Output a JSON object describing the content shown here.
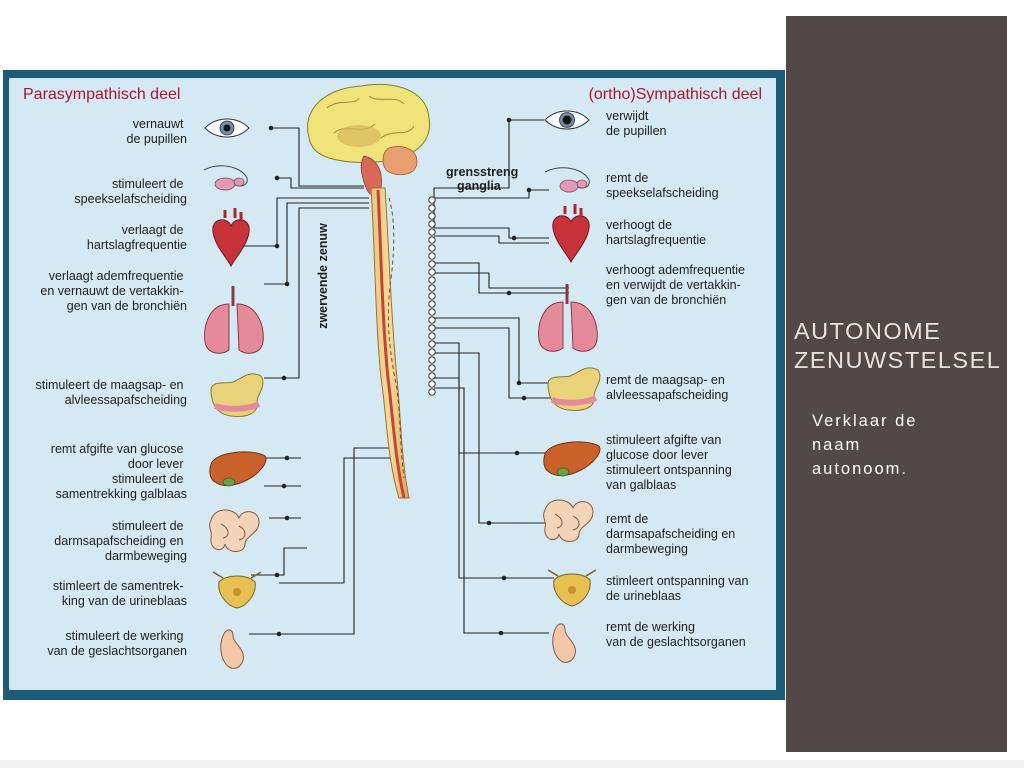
{
  "slide": {
    "title_line1": "AUTONOME",
    "title_line2": "ZENUWSTELSEL",
    "body_text": "Verklaar de naam autonoom."
  },
  "figure": {
    "left_header": "Parasympathisch deel",
    "right_header": "(ortho)Sympathisch deel",
    "ganglia_label_line1": "grensstreng",
    "ganglia_label_line2": "ganglia",
    "vagus_label": "zwervende zenuw",
    "left_labels": [
      [
        "vernauwt",
        "de pupillen"
      ],
      [
        "stimuleert de",
        "speekselafscheiding"
      ],
      [
        "verlaagt de",
        "hartslagfrequentie"
      ],
      [
        "verlaagt ademfrequentie",
        "en vernauwt de vertakkin-",
        "gen van de bronchiën"
      ],
      [
        "stimuleert de maagsap- en",
        "alvleessapafscheiding"
      ],
      [
        "remt afgifte van glucose",
        "door  lever",
        "stimuleert de",
        "samentrekking  galblaas"
      ],
      [
        "stimuleert de",
        "darmsapafscheiding en",
        "darmbeweging"
      ],
      [
        "stimleert de samentrek-",
        "king van de urineblaas"
      ],
      [
        "stimuleert de werking",
        "van de geslachtsorganen"
      ]
    ],
    "right_labels": [
      [
        "verwijdt",
        "de pupillen"
      ],
      [
        "remt de",
        "speekselafscheiding"
      ],
      [
        "verhoogt de",
        "hartslagfrequentie"
      ],
      [
        "verhoogt ademfrequentie",
        "en verwijdt de vertakkin-",
        "gen van de bronchiën"
      ],
      [
        "remt de maagsap- en",
        "alvleessapafscheiding"
      ],
      [
        "stimuleert afgifte van",
        "glucose door  lever",
        "stimuleert ontspanning",
        "van  galblaas"
      ],
      [
        "remt de",
        "darmsapafscheiding en",
        "darmbeweging"
      ],
      [
        "stimleert ontspanning van",
        "de urineblaas"
      ],
      [
        "remt de werking",
        "van de geslachtsorganen"
      ]
    ],
    "organ_icons": [
      "eye-icon",
      "salivary-gland-icon",
      "heart-icon",
      "lungs-icon",
      "stomach-icon",
      "liver-icon",
      "intestine-icon",
      "bladder-icon",
      "genitals-icon"
    ],
    "colors": {
      "header": "#a8182a",
      "background": "#d5e9f4",
      "frame": "#1c5c78",
      "sidebar": "#514847"
    }
  }
}
